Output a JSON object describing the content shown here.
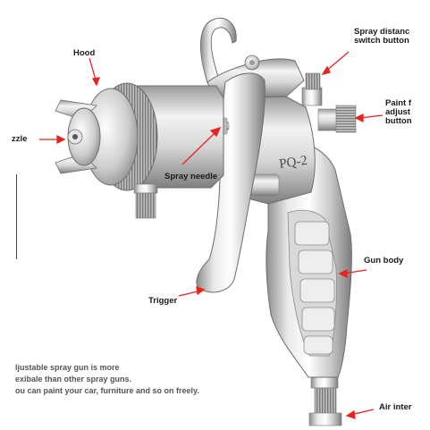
{
  "labels": {
    "hood": "Hood",
    "nozzle": "zzle",
    "spray_needle": "Spray needle",
    "trigger": "Trigger",
    "spray_distance_line1": "Spray distanc",
    "spray_distance_line2": "switch button",
    "paint_line1": "Paint f",
    "paint_line2": "adjust",
    "paint_line3": "button",
    "gun_body": "Gun body",
    "air_inlet": "Air inter"
  },
  "model_mark": "PQ-2",
  "caption": {
    "line1": "ljustable spray gun is more",
    "line2": "exibale than other spray guns.",
    "line3": "ou can paint your car, furniture and so on freely."
  },
  "colors": {
    "arrow": "#e8231f",
    "label_text": "#1a1a1a",
    "caption_text": "#555555",
    "metal_light": "#f2f2f2",
    "metal_mid": "#c4c4c4",
    "metal_dark": "#8a8a8a"
  }
}
